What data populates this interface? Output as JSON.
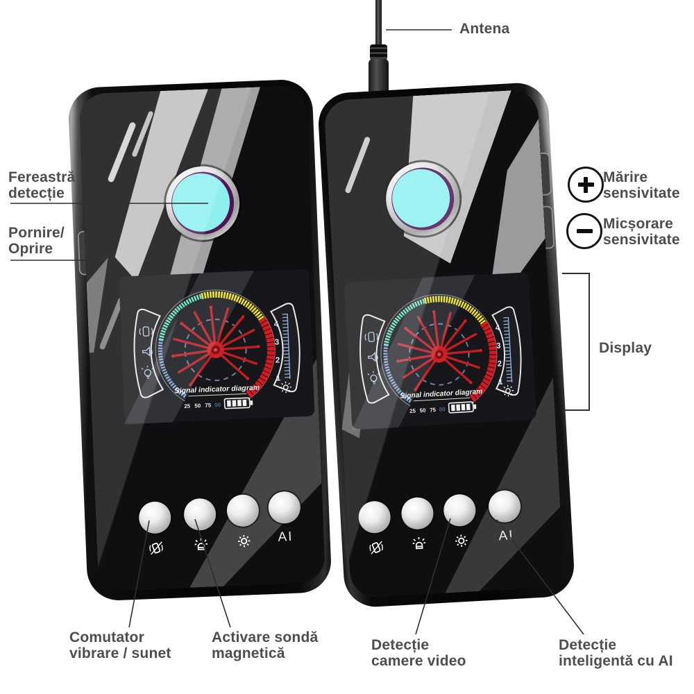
{
  "colors": {
    "label_text": "#4d4d4d",
    "pointer_line": "#2f2f2f",
    "lens_window": "#8BF0EE",
    "arc_blue": "#7d9fd6",
    "arc_teal": "#5fe6bd",
    "arc_yellow": "#f2e70d",
    "arc_red": "#d7141c",
    "spokes_red": "#c01920",
    "screen_accent_blue": "#8fb0dc",
    "battery_white": "#f2f2f2"
  },
  "annotations": {
    "antena": {
      "label": "Antena"
    },
    "fereastra": {
      "line1": "Fereastră",
      "line2": "detecție"
    },
    "pornire": {
      "line1": "Pornire/",
      "line2": "Oprire"
    },
    "marire": {
      "line1": "Mărire",
      "line2": "sensivitate"
    },
    "micsorare": {
      "line1": "Micșorare",
      "line2": "sensivitate"
    },
    "display": {
      "label": "Display"
    },
    "comutator": {
      "line1": "Comutator",
      "line2": "vibrare / sunet"
    },
    "activare": {
      "line1": "Activare sondă",
      "line2": "magnetică"
    },
    "detectie_camere": {
      "line1": "Detecție",
      "line2": "camere video"
    },
    "detectie_ai": {
      "line1": "Detecție",
      "line2": "inteligentă cu AI"
    }
  },
  "screen": {
    "title": "Signal indicator diagram",
    "scale": [
      "4",
      "3",
      "2",
      "1"
    ],
    "readout": [
      "25",
      "50",
      "75",
      "00"
    ],
    "battery_bars": 4
  },
  "device_buttons": {
    "ai": "AI"
  },
  "icons": {
    "plus": "plus-icon",
    "minus": "minus-icon",
    "vibration": "vibration-icon",
    "led": "led-light-icon",
    "sun": "sun-brightness-icon",
    "gear": "gear-icon",
    "speaker": "speaker-icon",
    "bulb": "bulb-icon",
    "battery": "battery-icon",
    "antenna": "antenna-icon"
  }
}
